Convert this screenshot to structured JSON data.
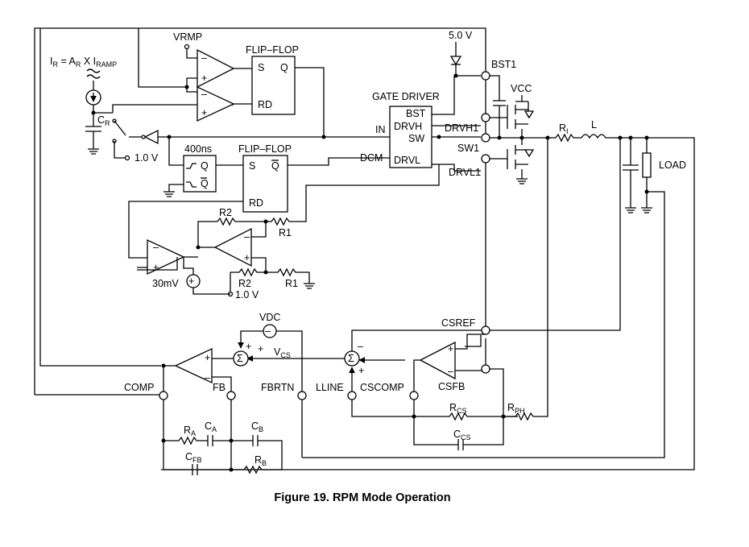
{
  "caption": "Figure 19. RPM Mode Operation",
  "labels": {
    "vramp": "VRMP",
    "flipflop1": "FLIP–FLOP",
    "ff1_s": "S",
    "ff1_q": "Q",
    "ff1_rd": "RD",
    "iramp_eq_a": "I",
    "iramp_eq_b": "R",
    "iramp_eq_c": " = A",
    "iramp_eq_d": "R",
    "iramp_eq_e": " X I",
    "iramp_eq_f": "RAMP",
    "cr": "C",
    "cr_sub": "R",
    "v10_top": "1.0 V",
    "t400": "400ns",
    "flipflop2": "FLIP–FLOP",
    "ff2_s": "S",
    "ff2_qbar": "Q",
    "ff2_rd": "RD",
    "os_q": "Q",
    "os_qbar": "Q",
    "gate_driver": "GATE DRIVER",
    "gd_bst": "BST",
    "gd_drvh": "DRVH",
    "gd_sw": "SW",
    "gd_drvl": "DRVL",
    "gd_in": "IN",
    "gd_dcm": "DCM",
    "v50": "5.0 V",
    "bst1": "BST1",
    "vcc": "VCC",
    "drvh1": "DRVH1",
    "sw1": "SW1",
    "drvl1": "DRVL1",
    "ri": "R",
    "ri_sub": "I",
    "l": "L",
    "load": "LOAD",
    "r2_top": "R2",
    "r1_top": "R1",
    "mv30": "30mV",
    "r2_bot": "R2",
    "r1_bot": "R1",
    "v10_bot": "1.0 V",
    "vdc": "VDC",
    "vcs": "V",
    "vcs_sub": "CS",
    "csref": "CSREF",
    "comp": "COMP",
    "fb": "FB",
    "fbrtn": "FBRTN",
    "lline": "LLINE",
    "cscomp": "CSCOMP",
    "csfb": "CSFB",
    "rcs": "R",
    "rcs_sub": "CS",
    "rph": "R",
    "rph_sub": "PH",
    "ccs": "C",
    "ccs_sub": "CS",
    "ra": "R",
    "ra_sub": "A",
    "ca": "C",
    "ca_sub": "A",
    "cb": "C",
    "cb_sub": "B",
    "cfb": "C",
    "cfb_sub": "FB",
    "rb": "R",
    "rb_sub": "B",
    "plus": "+",
    "minus": "–",
    "sigma": "Σ"
  }
}
